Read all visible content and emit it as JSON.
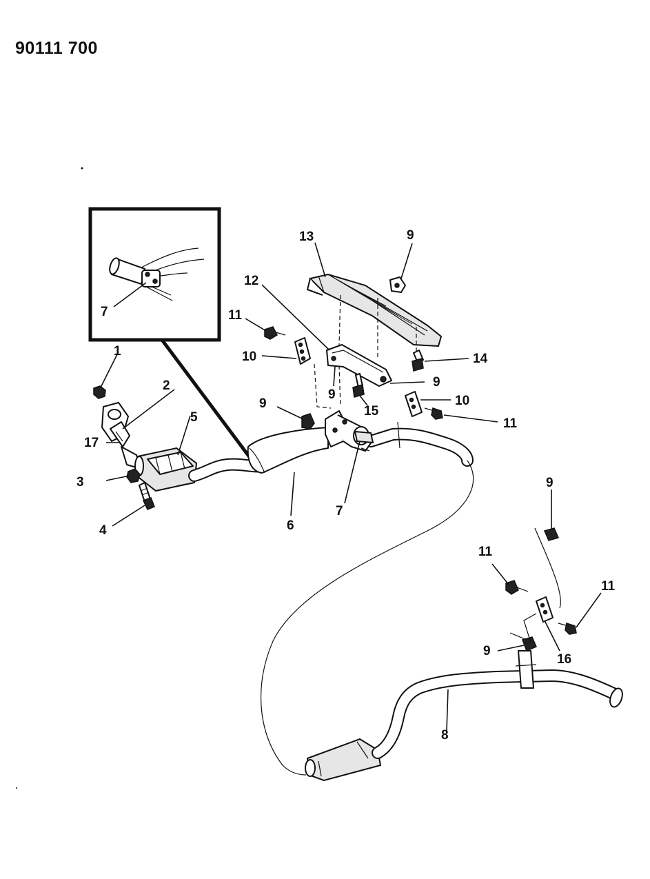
{
  "document": {
    "id": "90111 700"
  },
  "callouts": {
    "c1": "1",
    "c2": "2",
    "c3": "3",
    "c4": "4",
    "c5": "5",
    "c6": "6",
    "c7_inset": "7",
    "c7_main": "7",
    "c8": "8",
    "c9_top": "9",
    "c9_bracket": "9",
    "c9_right": "9",
    "c9_left": "9",
    "c9_far": "9",
    "c9_tail": "9",
    "c10_left": "10",
    "c10_right": "10",
    "c11_top": "11",
    "c11_right": "11",
    "c11_rear_left": "11",
    "c11_rear_right": "11",
    "c12": "12",
    "c13": "13",
    "c14": "14",
    "c15": "15",
    "c16": "16",
    "c17": "17"
  },
  "icons": {
    "hanger": "hanger-icon",
    "bolt": "bolt-icon",
    "nut": "nut-icon",
    "clamp": "clamp-icon"
  }
}
